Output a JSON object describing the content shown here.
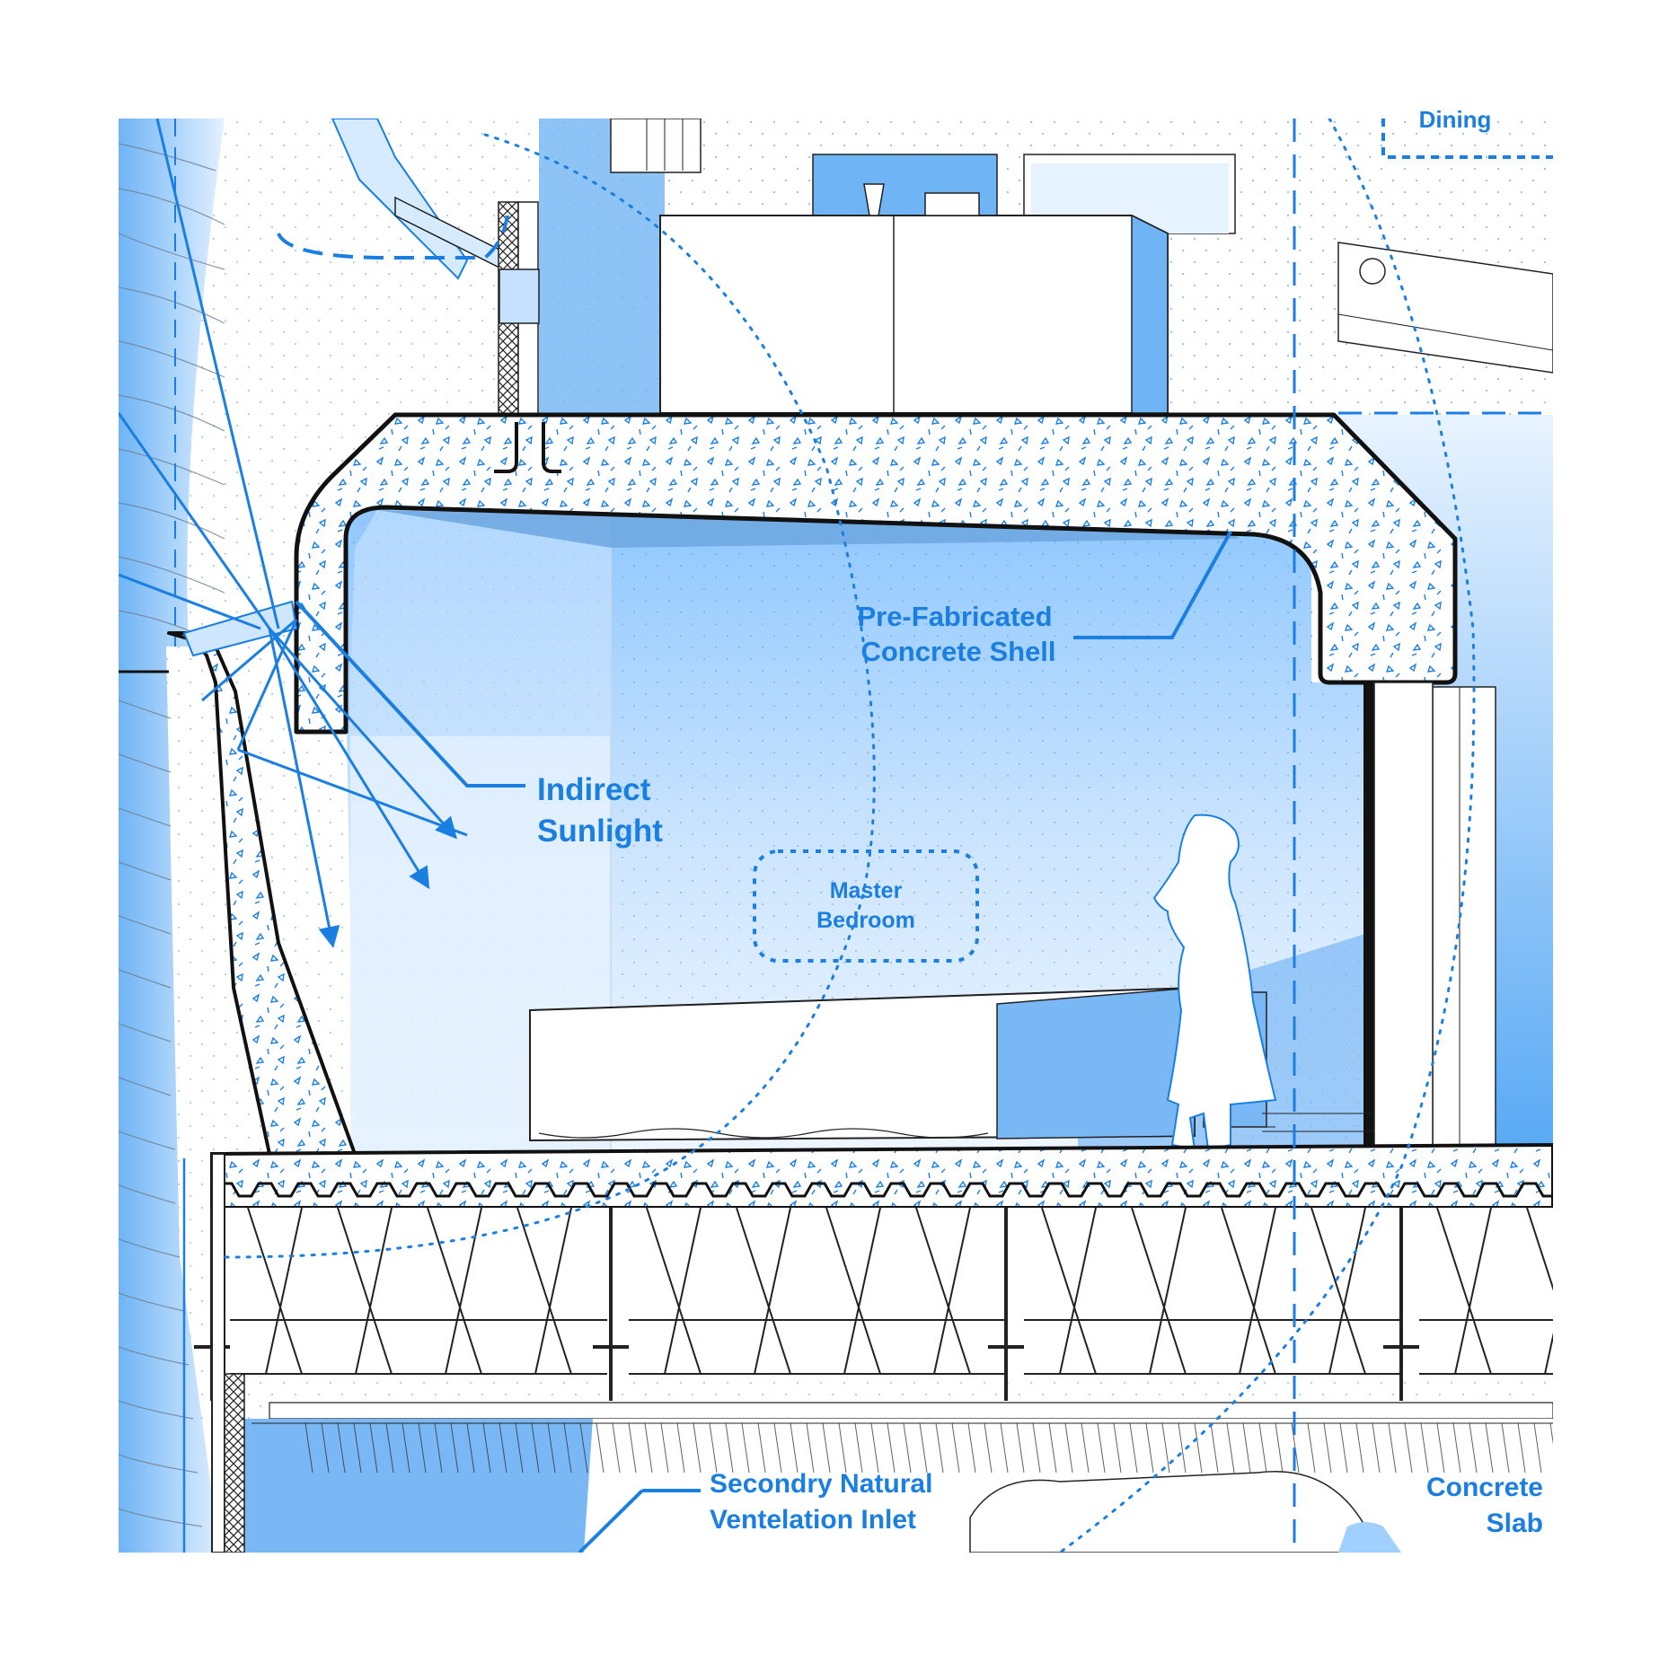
{
  "labels": {
    "dining": "Dining",
    "shell_line1": "Pre-Fabricated",
    "shell_line2": "Concrete Shell",
    "sunlight_line1": "Indirect",
    "sunlight_line2": "Sunlight",
    "room_line1": "Master",
    "room_line2": "Bedroom",
    "vent_line1": "Secondry Natural",
    "vent_line2": "Ventelation Inlet",
    "slab_line1": "Concrete",
    "slab_line2": "Slab"
  },
  "colors": {
    "accent": "#1a7fe0",
    "light_blue": "#9fd0ff",
    "line": "#111111"
  }
}
